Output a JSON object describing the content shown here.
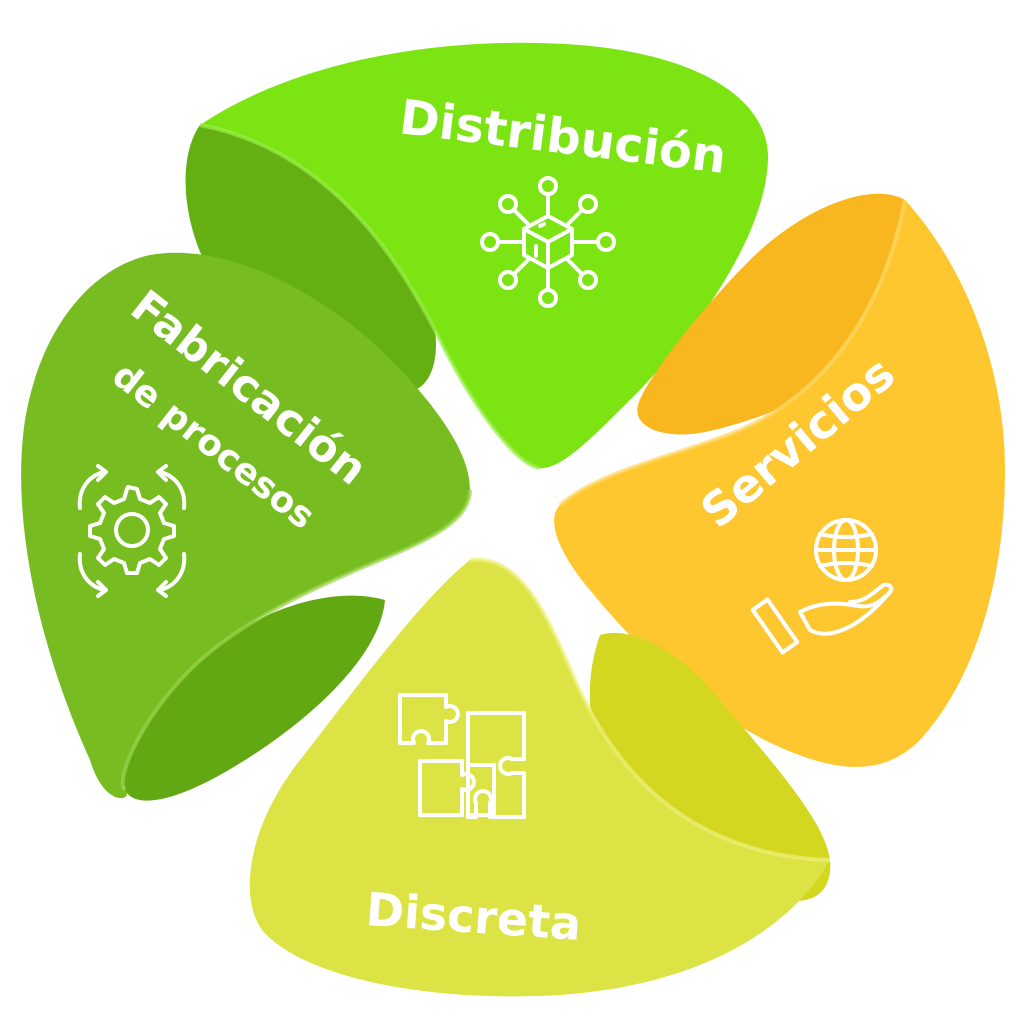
{
  "segments": [
    {
      "id": "distribucion",
      "label": "Distribución",
      "icon": "network-cube-icon",
      "color": "#7de414",
      "fold_color": "#64b012"
    },
    {
      "id": "servicios",
      "label": "Servicios",
      "icon": "globe-hand-icon",
      "color": "#fec72f",
      "fold_color": "#f8b61f"
    },
    {
      "id": "discreta",
      "label": "Discreta",
      "icon": "puzzle-icon",
      "color": "#dce445",
      "fold_color": "#d3d720"
    },
    {
      "id": "fabricacion",
      "label_line1": "Fabricación",
      "label_line2": "de procesos",
      "icon": "gear-arrows-icon",
      "color": "#77bd22",
      "fold_color": "#62a813"
    }
  ]
}
